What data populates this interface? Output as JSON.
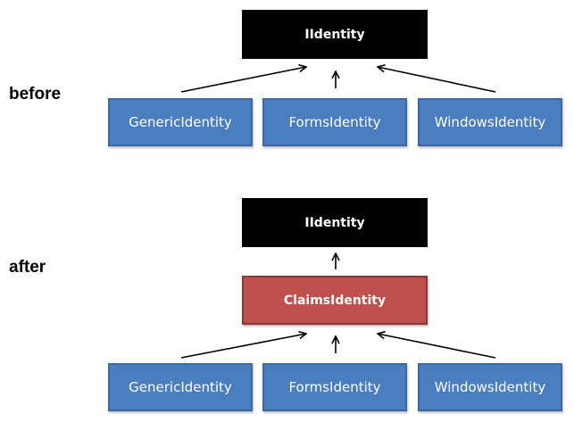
{
  "before": {
    "label": "before",
    "root": "IIdentity",
    "children": [
      "GenericIdentity",
      "FormsIdentity",
      "WindowsIdentity"
    ]
  },
  "after": {
    "label": "after",
    "root": "IIdentity",
    "middle": "ClaimsIdentity",
    "children": [
      "GenericIdentity",
      "FormsIdentity",
      "WindowsIdentity"
    ]
  },
  "colors": {
    "root": "#000000",
    "child": "#4a7ebf",
    "middle": "#c0504d"
  }
}
